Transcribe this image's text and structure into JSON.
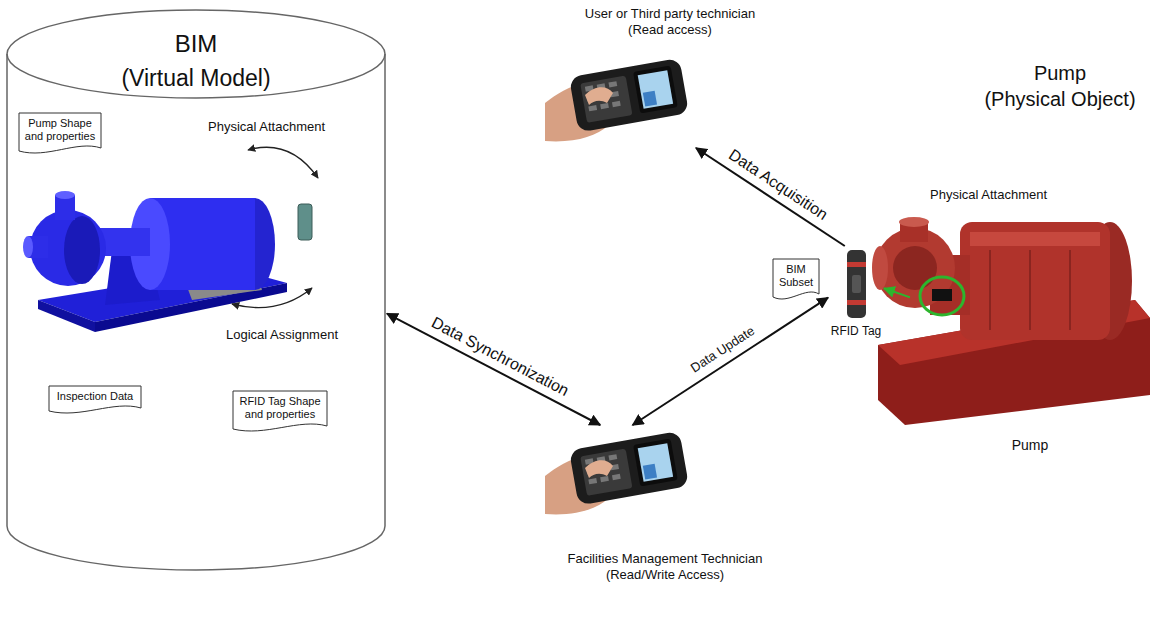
{
  "diagram": {
    "nodes": [
      {
        "text": [
          "BIM",
          "(Virtual Model)"
        ]
      },
      {
        "text": [
          "Pump Shape and properties"
        ],
        "in": 0
      },
      {
        "text": [
          "Inspection Data"
        ],
        "in": 0
      },
      {
        "text": [
          "RFID Tag Shape and properties"
        ],
        "in": 0
      },
      {
        "text": [
          "User or Third party technician",
          "(Read access)"
        ]
      },
      {
        "text": [
          "Facilities Management Technician",
          "(Read/Write Access)"
        ]
      },
      {
        "text": [
          "Pump"
        ]
      },
      {
        "text": [
          "BIM Subset"
        ]
      },
      {
        "text": [
          "RFID Tag"
        ]
      }
    ],
    "edges": [
      {
        "from": 8,
        "to": 4,
        "label": "Data Acquisition",
        "arrow": "to"
      },
      {
        "from": 0,
        "to": 5,
        "label": "Data Synchronization",
        "arrow": "both"
      },
      {
        "from": 5,
        "to": 8,
        "label": "Data Update",
        "arrow": "both"
      },
      {
        "from": 6,
        "to": 8,
        "arrow": "to"
      }
    ],
    "labels": [
      "Physical Attachment",
      "Logical Assignment",
      "Pump",
      "(Physical Object)",
      "Physical Attachment"
    ]
  }
}
